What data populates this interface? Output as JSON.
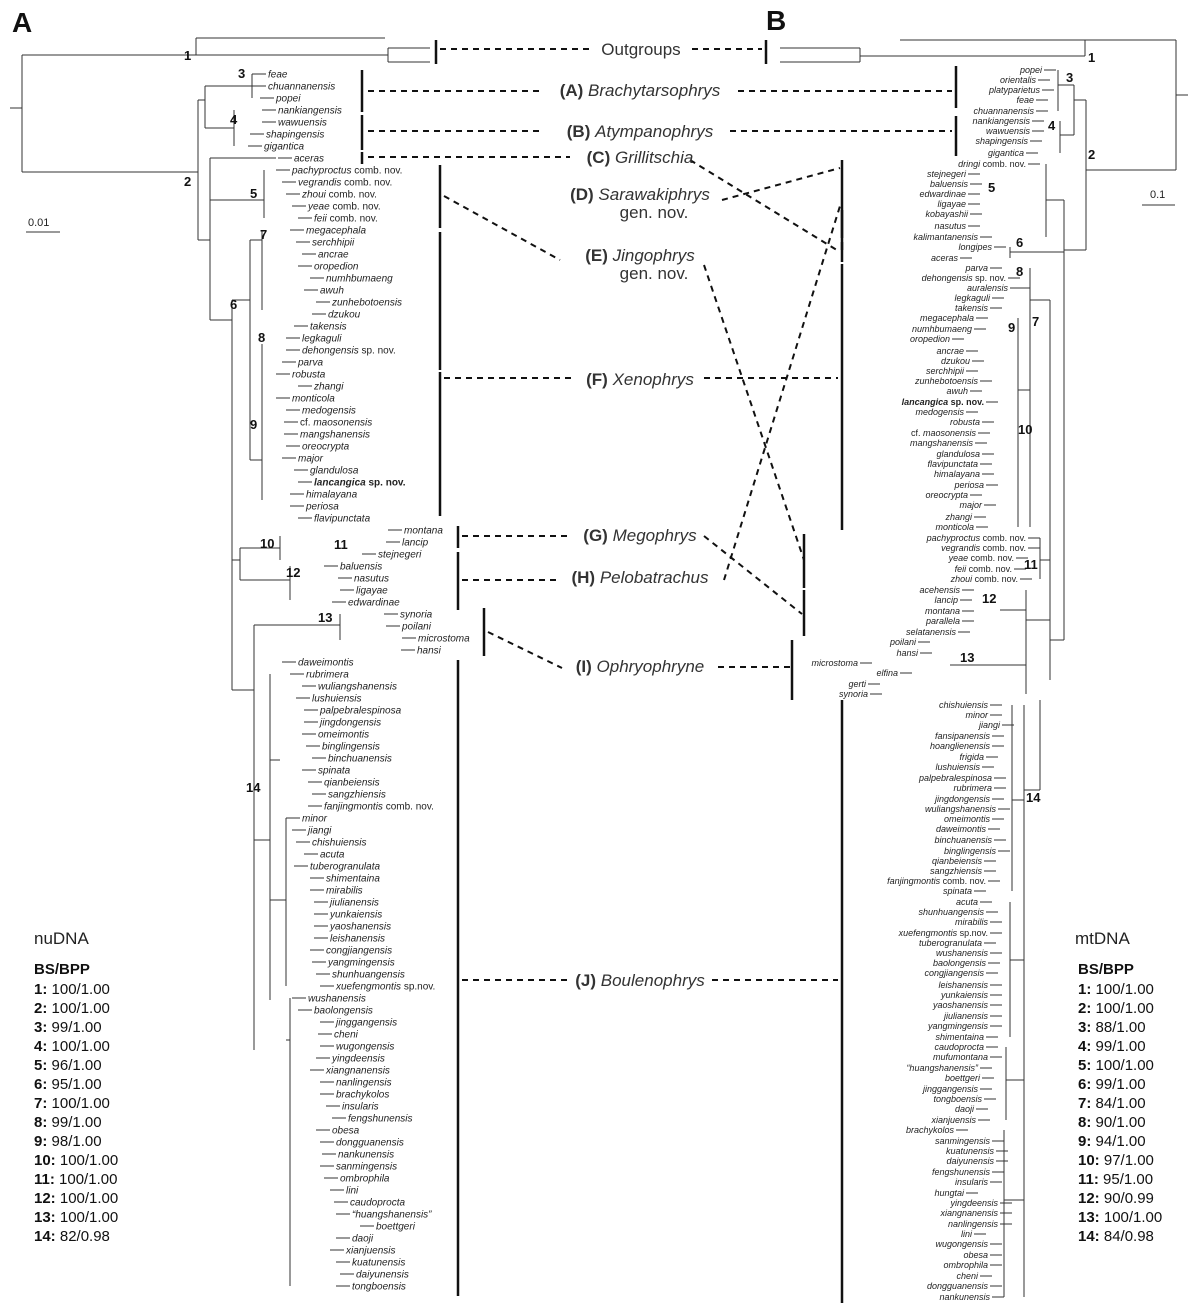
{
  "panels": {
    "left_label": "A",
    "right_label": "B"
  },
  "outgroups_label": "Outgroups",
  "clades": [
    {
      "letter": "(A)",
      "name": "Brachytarsophrys",
      "sub": ""
    },
    {
      "letter": "(B)",
      "name": "Atympanophrys",
      "sub": ""
    },
    {
      "letter": "(C)",
      "name": "Grillitschia",
      "sub": ""
    },
    {
      "letter": "(D)",
      "name": "Sarawakiphrys",
      "sub": "gen. nov."
    },
    {
      "letter": "(E)",
      "name": "Jingophrys",
      "sub": "gen. nov."
    },
    {
      "letter": "(F)",
      "name": "Xenophrys",
      "sub": ""
    },
    {
      "letter": "(G)",
      "name": "Megophrys",
      "sub": ""
    },
    {
      "letter": "(H)",
      "name": "Pelobatrachus",
      "sub": ""
    },
    {
      "letter": "(I)",
      "name": "Ophryophryne",
      "sub": ""
    },
    {
      "letter": "(J)",
      "name": "Boulenophrys",
      "sub": ""
    }
  ],
  "scales": {
    "left": "0.01",
    "right": "0.1"
  },
  "legend_left": {
    "title": "nuDNA",
    "header": "BS/BPP",
    "rows": [
      {
        "node": "1:",
        "value": "100/1.00"
      },
      {
        "node": "2:",
        "value": "100/1.00"
      },
      {
        "node": "3:",
        "value": "99/1.00"
      },
      {
        "node": "4:",
        "value": "100/1.00"
      },
      {
        "node": "5:",
        "value": "96/1.00"
      },
      {
        "node": "6:",
        "value": "95/1.00"
      },
      {
        "node": "7:",
        "value": "100/1.00"
      },
      {
        "node": "8:",
        "value": "99/1.00"
      },
      {
        "node": "9:",
        "value": "98/1.00"
      },
      {
        "node": "10:",
        "value": "100/1.00"
      },
      {
        "node": "11:",
        "value": "100/1.00"
      },
      {
        "node": "12:",
        "value": "100/1.00"
      },
      {
        "node": "13:",
        "value": "100/1.00"
      },
      {
        "node": "14:",
        "value": "82/0.98"
      }
    ]
  },
  "legend_right": {
    "title": "mtDNA",
    "header": "BS/BPP",
    "rows": [
      {
        "node": "1:",
        "value": "100/1.00"
      },
      {
        "node": "2:",
        "value": "100/1.00"
      },
      {
        "node": "3:",
        "value": "88/1.00"
      },
      {
        "node": "4:",
        "value": "99/1.00"
      },
      {
        "node": "5:",
        "value": "100/1.00"
      },
      {
        "node": "6:",
        "value": "99/1.00"
      },
      {
        "node": "7:",
        "value": "84/1.00"
      },
      {
        "node": "8:",
        "value": "90/1.00"
      },
      {
        "node": "9:",
        "value": "94/1.00"
      },
      {
        "node": "10:",
        "value": "97/1.00"
      },
      {
        "node": "11:",
        "value": "95/1.00"
      },
      {
        "node": "12:",
        "value": "90/0.99"
      },
      {
        "node": "13:",
        "value": "100/1.00"
      },
      {
        "node": "14:",
        "value": "84/0.98"
      }
    ]
  },
  "left_tree": {
    "node_labels": [
      "1",
      "2",
      "3",
      "4",
      "5",
      "6",
      "7",
      "8",
      "9",
      "10",
      "11",
      "12",
      "13",
      "14"
    ],
    "taxa": [
      "feae",
      "chuannanensis",
      "popei",
      "nankiangensis",
      "wawuensis",
      "shapingensis",
      "gigantica",
      "aceras",
      "pachyproctus comb. nov.",
      "vegrandis comb. nov.",
      "zhoui comb. nov.",
      "yeae comb. nov.",
      "feii comb. nov.",
      "megacephala",
      "serchhipii",
      "ancrae",
      "oropedion",
      "numhbumaeng",
      "awuh",
      "zunhebotoensis",
      "dzukou",
      "takensis",
      "legkaguli",
      "dehongensis sp. nov.",
      "parva",
      "robusta",
      "zhangi",
      "monticola",
      "medogensis",
      "cf. maosonensis",
      "mangshanensis",
      "oreocrypta",
      "major",
      "glandulosa",
      "lancangica sp. nov.",
      "himalayana",
      "periosa",
      "flavipunctata",
      "montana",
      "lancip",
      "stejnegeri",
      "baluensis",
      "nasutus",
      "ligayae",
      "edwardinae",
      "synoria",
      "poilani",
      "microstoma",
      "hansi",
      "daweimontis",
      "rubrimera",
      "wuliangshanensis",
      "lushuiensis",
      "palpebralespinosa",
      "jingdongensis",
      "omeimontis",
      "binglingensis",
      "binchuanensis",
      "spinata",
      "qianbeiensis",
      "sangzhiensis",
      "fanjingmontis comb. nov.",
      "minor",
      "jiangi",
      "chishuiensis",
      "acuta",
      "tuberogranulata",
      "shimentaina",
      "mirabilis",
      "jiulianensis",
      "yunkaiensis",
      "yaoshanensis",
      "leishanensis",
      "congjiangensis",
      "yangmingensis",
      "shunhuangensis",
      "xuefengmontis sp.nov.",
      "wushanensis",
      "baolongensis",
      "jinggangensis",
      "cheni",
      "wugongensis",
      "yingdeensis",
      "xiangnanensis",
      "nanlingensis",
      "brachykolos",
      "insularis",
      "fengshunensis",
      "obesa",
      "dongguanensis",
      "nankunensis",
      "sanmingensis",
      "ombrophila",
      "lini",
      "caudoprocta",
      "“huangshanensis”",
      "boettgeri",
      "daoji",
      "xianjuensis",
      "kuatunensis",
      "daiyunensis",
      "tongboensis"
    ]
  },
  "right_tree": {
    "node_labels": [
      "1",
      "2",
      "3",
      "4",
      "5",
      "6",
      "7",
      "8",
      "9",
      "10",
      "11",
      "12",
      "13",
      "14"
    ],
    "taxa": [
      "popei",
      "orientalis",
      "platyparietus",
      "feae",
      "chuannanensis",
      "nankiangensis",
      "wawuensis",
      "shapingensis",
      "gigantica",
      "dringi comb. nov.",
      "stejnegeri",
      "baluensis",
      "edwardinae",
      "ligayae",
      "kobayashii",
      "nasutus",
      "kalimantanensis",
      "longipes",
      "aceras",
      "parva",
      "dehongensis sp. nov.",
      "auralensis",
      "legkaguli",
      "takensis",
      "megacephala",
      "numhbumaeng",
      "oropedion",
      "ancrae",
      "dzukou",
      "serchhipii",
      "zunhebotoensis",
      "awuh",
      "lancangica sp. nov.",
      "medogensis",
      "robusta",
      "cf. maosonensis",
      "mangshanensis",
      "glandulosa",
      "flavipunctata",
      "himalayana",
      "periosa",
      "oreocrypta",
      "major",
      "zhangi",
      "monticola",
      "pachyproctus comb. nov.",
      "vegrandis comb. nov.",
      "yeae comb. nov.",
      "feii comb. nov.",
      "zhoui comb. nov.",
      "acehensis",
      "lancip",
      "montana",
      "parallela",
      "selatanensis",
      "poilani",
      "hansi",
      "microstoma",
      "elfina",
      "gerti",
      "synoria",
      "chishuiensis",
      "minor",
      "jiangi",
      "fansipanensis",
      "hoanglienensis",
      "frigida",
      "lushuiensis",
      "palpebralespinosa",
      "rubrimera",
      "jingdongensis",
      "wuliangshanensis",
      "omeimontis",
      "daweimontis",
      "binchuanensis",
      "binglingensis",
      "qianbeiensis",
      "sangzhiensis",
      "fanjingmontis comb. nov.",
      "spinata",
      "acuta",
      "shunhuangensis",
      "mirabilis",
      "xuefengmontis sp.nov.",
      "tuberogranulata",
      "wushanensis",
      "baolongensis",
      "congjiangensis",
      "leishanensis",
      "yunkaiensis",
      "yaoshanensis",
      "jiulianensis",
      "yangmingensis",
      "shimentaina",
      "caudoprocta",
      "mufumontana",
      "“huangshanensis”",
      "boettgeri",
      "jinggangensis",
      "tongboensis",
      "daoji",
      "xianjuensis",
      "brachykolos",
      "sanmingensis",
      "kuatunensis",
      "daiyunensis",
      "fengshunensis",
      "insularis",
      "hungtai",
      "yingdeensis",
      "xiangnanensis",
      "nanlingensis",
      "lini",
      "wugongensis",
      "obesa",
      "ombrophila",
      "cheni",
      "dongguanensis",
      "nankunensis"
    ]
  }
}
